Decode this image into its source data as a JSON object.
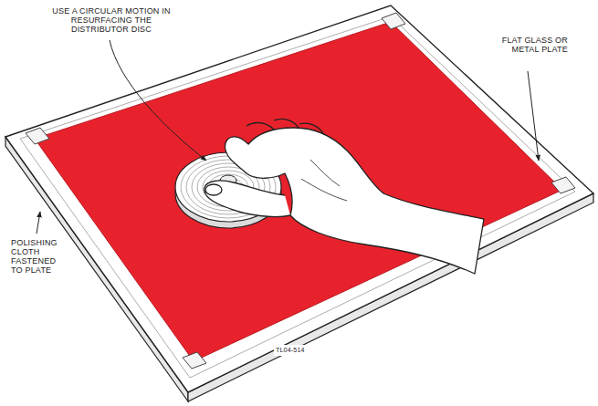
{
  "diagram": {
    "labels": [
      "USE A CIRCULAR MOTION IN RESURFACING THE DISTRIBUTOR DISC",
      "FLAT GLASS OR METAL PLATE",
      "POLISHING CLOTH FASTENED TO PLATE",
      "TL04-514"
    ]
  }
}
